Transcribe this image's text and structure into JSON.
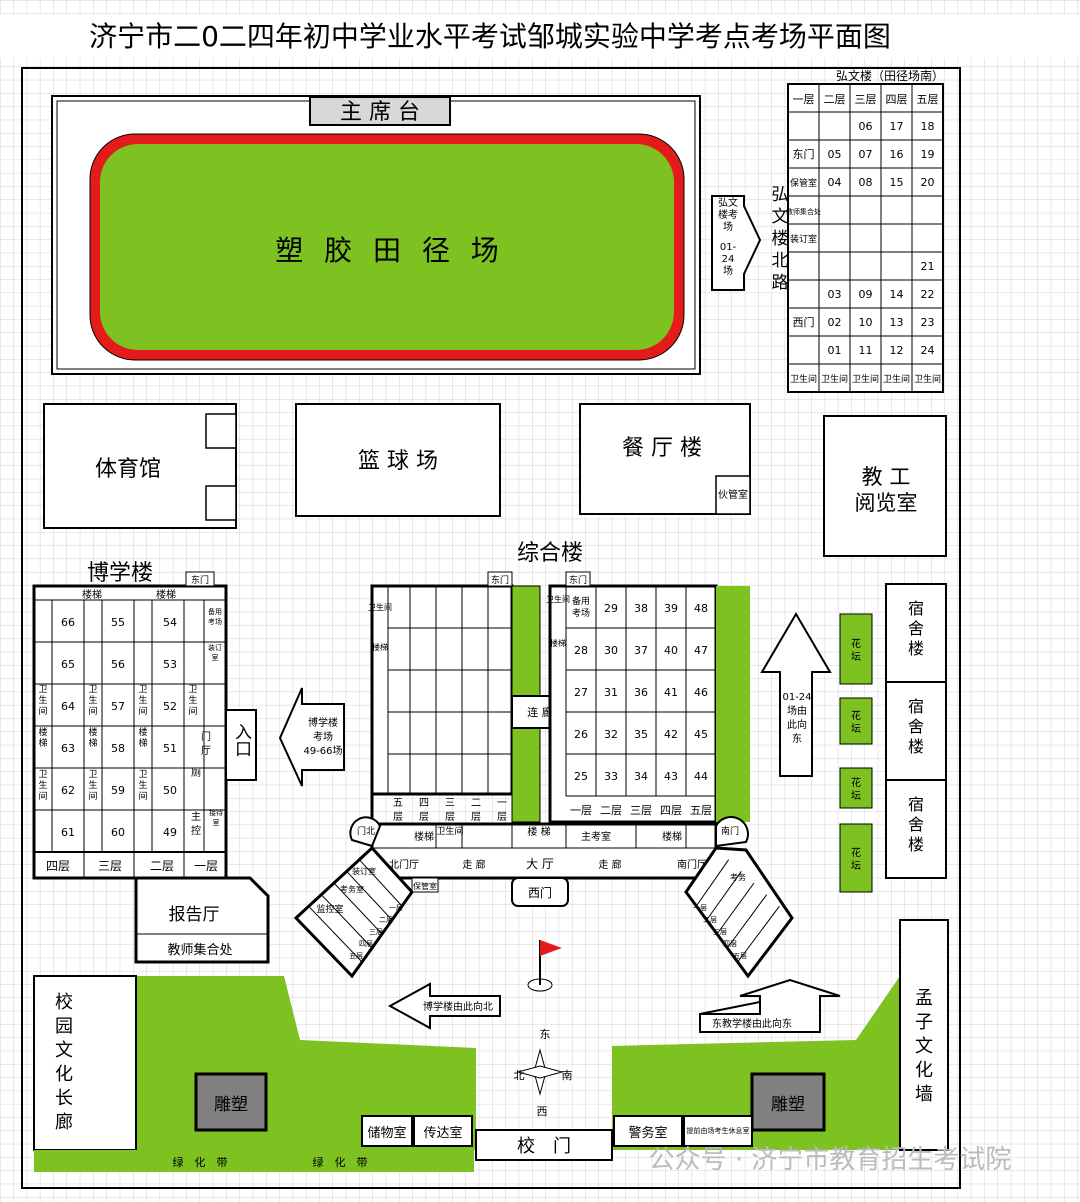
{
  "title": "济宁市二0二四年初中学业水平考试邹城实验中学考点考场平面图",
  "field": {
    "stage": "主 席 台",
    "track": "塑 胶 田 径 场"
  },
  "buildings": {
    "gym": "体育馆",
    "basketball": "篮 球 场",
    "dining": "餐 厅 楼",
    "dining_room": "伙管室",
    "reading": [
      "教 工",
      "阅览室"
    ],
    "bowen": "博学楼",
    "zonghe": "综合楼",
    "report_hall": "报告厅",
    "teacher_gather": "教师集合处",
    "dorms": [
      "宿舍楼",
      "宿舍楼",
      "宿舍楼"
    ],
    "flowerbed": "花坛",
    "corridor_left": [
      "校",
      "园",
      "文",
      "化",
      "长",
      "廊"
    ],
    "mengzi_wall": [
      "孟",
      "子",
      "文",
      "化",
      "墙"
    ],
    "sculpture": "雕塑",
    "storage": "储物室",
    "reception": "传达室",
    "guard": "警务室",
    "gate": "校　门",
    "green_belt": "绿　化　带",
    "entrance": "入口",
    "side_hall": "门厅"
  },
  "hongwen": {
    "title": "弘文楼（田径场南）",
    "road": [
      "弘",
      "文",
      "楼",
      "北",
      "路"
    ],
    "header": [
      "一层",
      "二层",
      "三层",
      "四层",
      "五层"
    ],
    "rows": [
      [
        "",
        "",
        "06",
        "17",
        "18"
      ],
      [
        "东门",
        "05",
        "07",
        "16",
        "19"
      ],
      [
        "保管室",
        "04",
        "08",
        "15",
        "20"
      ],
      [
        "教师集合处",
        "",
        "",
        "",
        ""
      ],
      [
        "装订室",
        "",
        "",
        "",
        ""
      ],
      [
        "",
        "",
        "",
        "",
        "21"
      ],
      [
        "",
        "03",
        "09",
        "14",
        "22"
      ],
      [
        "西门",
        "02",
        "10",
        "13",
        "23"
      ],
      [
        "",
        "01",
        "11",
        "12",
        "24"
      ],
      [
        "卫生间",
        "卫生间",
        "卫生间",
        "卫生间",
        "卫生间"
      ]
    ],
    "sign": [
      "弘文",
      "楼考",
      "场",
      "01-",
      "24",
      "场"
    ]
  },
  "bowen_grid": {
    "stairs": [
      "楼梯",
      "楼梯"
    ],
    "door": "东门",
    "rooms": [
      "66",
      "55",
      "54",
      "65",
      "56",
      "53",
      "64",
      "57",
      "52",
      "63",
      "58",
      "51",
      "62",
      "59",
      "50",
      "61",
      "60",
      "49"
    ],
    "labels": [
      "备用考场",
      "装订室",
      "卫生间",
      "楼梯",
      "主控",
      "接待室",
      "厕"
    ],
    "floors": [
      "四层",
      "三层",
      "二层",
      "一层"
    ],
    "sign": [
      "博学楼",
      "考场",
      "49-66场"
    ]
  },
  "zonghe_east": {
    "door": "东门",
    "cols": [
      [
        "备用考场",
        "28",
        "27",
        "26",
        "25"
      ],
      [
        "29",
        "30",
        "31",
        "32",
        "33"
      ],
      [
        "38",
        "37",
        "36",
        "35",
        "34"
      ],
      [
        "39",
        "40",
        "41",
        "42",
        "43"
      ],
      [
        "48",
        "47",
        "46",
        "45",
        "44"
      ]
    ],
    "floors": [
      "一层",
      "二层",
      "三层",
      "四层",
      "五层"
    ],
    "side": [
      "卫生间",
      "楼梯"
    ]
  },
  "zonghe_west": {
    "door": "东门",
    "side": [
      "卫生间",
      "楼梯"
    ],
    "floors": [
      "五层",
      "四层",
      "三层",
      "二层",
      "一层"
    ]
  },
  "zonghe_lower": {
    "corridor": "连 廊",
    "stair": "楼 梯",
    "stair2": "楼梯",
    "toilet": "卫生间",
    "main_office": "主考室",
    "north_hall": "北门厅",
    "south_hall": "南门厅",
    "walk": "走 廊",
    "hall": "大 厅",
    "west_gate": "西门",
    "north_gate": "门北",
    "south_gate": "南门",
    "storage": "保管室",
    "monitor": "监控室",
    "binding": "装订室",
    "exam": "考务室",
    "service": "考务",
    "wing_floors": [
      "一层",
      "二层",
      "三层",
      "四层",
      "五层"
    ]
  },
  "arrows": {
    "east_24": [
      "01-24",
      "场由",
      "此向",
      "东"
    ],
    "bowen_route": "博学楼由此向北",
    "east_route": "东教学楼由此向东"
  },
  "compass": {
    "e": "东",
    "w": "西",
    "n": "北",
    "s": "南"
  },
  "notice": "提前由场考生休息室",
  "watermark": "公众号 · 济宁市教育招生考试院",
  "colors": {
    "green": "#7dc221",
    "track": "#e31b1b",
    "flag": "#e31b1b"
  }
}
